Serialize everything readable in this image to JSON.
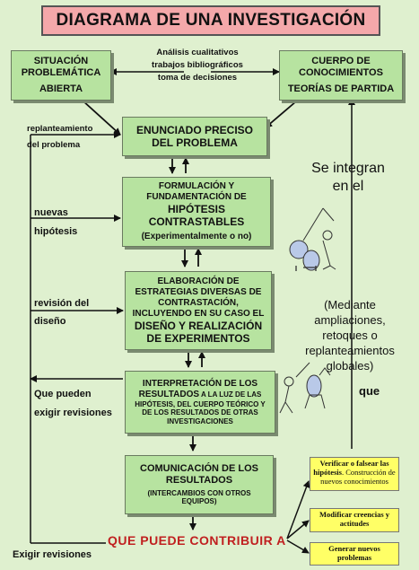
{
  "title": "DIAGRAMA DE UNA INVESTIGACIÓN",
  "box_situacion": {
    "line1": "SITUACIÓN",
    "line2": "PROBLEMÁTICA",
    "line3": "ABIERTA"
  },
  "box_cuerpo": {
    "line1": "CUERPO DE",
    "line2": "CONOCIMIENTOS",
    "line3": "TEORÍAS DE PARTIDA"
  },
  "center_notes": [
    "Análisis cualitativos",
    "trabajos bibliográficos",
    "toma de decisiones"
  ],
  "box_enunciado": {
    "line1": "ENUNCIADO PRECISO",
    "line2": "DEL PROBLEMA"
  },
  "box_formulacion": {
    "line1": "FORMULACIÓN Y",
    "line2": "FUNDAMENTACIÓN DE",
    "line3": "HIPÓTESIS",
    "line4": "CONTRASTABLES",
    "line5": "(Experimentalmente o no)"
  },
  "box_elaboracion": {
    "line1": "ELABORACIÓN DE",
    "line2": "ESTRATEGIAS DIVERSAS DE",
    "line3": "CONTRASTACIÓN,",
    "line4": "INCLUYENDO EN SU CASO EL",
    "line5": "DISEÑO Y REALIZACIÓN",
    "line6": "DE EXPERIMENTOS"
  },
  "box_interpretacion": {
    "line1": "INTERPRETACIÓN DE LOS",
    "line2a": "RESULTADOS",
    "line2b": " A LA LUZ DE LAS",
    "line3": "HIPÓTESIS, DEL CUERPO TEÓRICO Y",
    "line4": "DE LOS RESULTADOS DE OTRAS",
    "line5": "INVESTIGACIONES"
  },
  "box_comunicacion": {
    "line1": "COMUNICACIÓN DE LOS",
    "line2": "RESULTADOS",
    "line3": "(INTERCAMBIOS CON OTROS",
    "line4": "EQUIPOS)"
  },
  "left_labels": {
    "replanteamiento1": "replanteamiento",
    "replanteamiento2": "del problema",
    "nuevas1": "nuevas",
    "nuevas2": "hipótesis",
    "revision1": "revisión del",
    "revision2": "diseño",
    "pueden1": "Que pueden",
    "pueden2": "exigir revisiones",
    "exigir": "Exigir revisiones"
  },
  "right_texts": {
    "integran1": "Se integran",
    "integran2": "en el",
    "mediante": [
      "(Mediante",
      "ampliaciones,",
      "retoques o",
      "replanteamientos",
      "globales)"
    ],
    "que": "que"
  },
  "contribuir": "QUE PUEDE CONTRIBUIR A",
  "yellow_boxes": {
    "verificar_bold": "Verificar o falsear las hipótesis",
    "verificar_rest": ". Construcción de nuevos conocimientos",
    "modificar": "Modificar creencias y actitudes",
    "generar": "Generar nuevos problemas"
  },
  "colors": {
    "background": "#dff0cf",
    "box": "#b7e3a0",
    "title": "#f4a8aa",
    "contribuir": "#c02020",
    "yellow": "#ffff66"
  }
}
